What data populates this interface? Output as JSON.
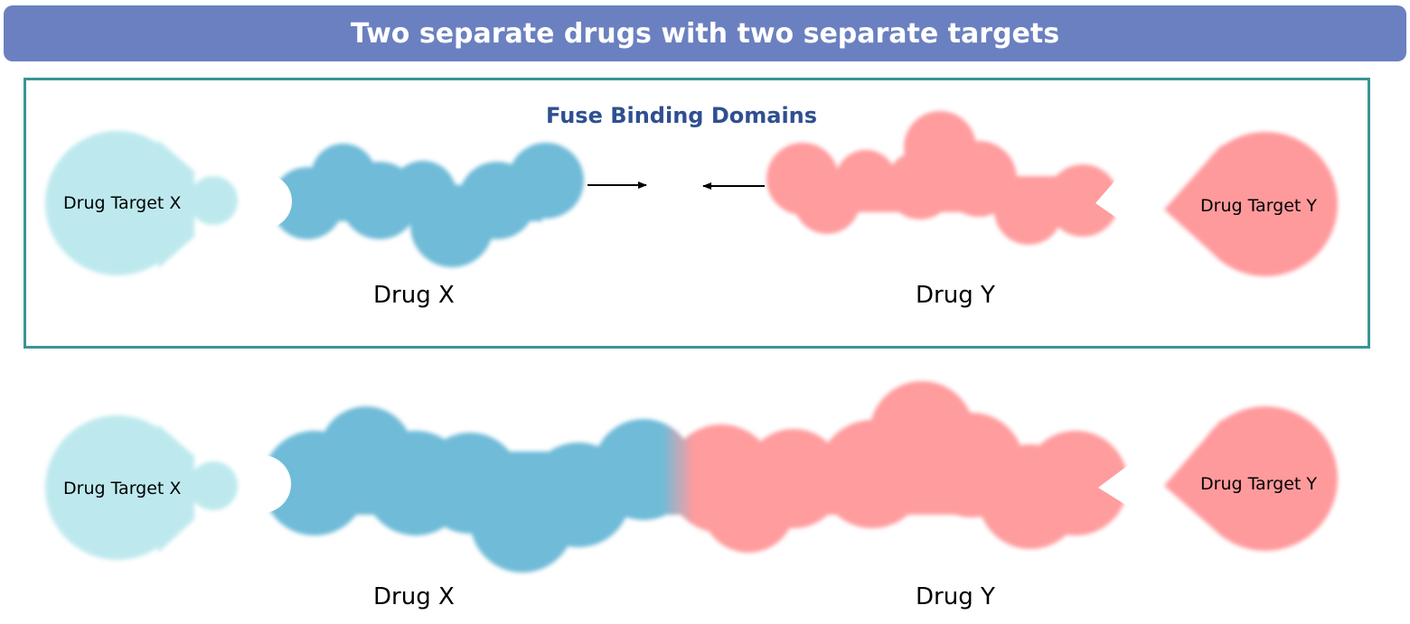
{
  "title": "Two separate drugs with two separate targets",
  "subtitle": "Fuse Binding Domains",
  "colors": {
    "banner": "#6b80c0",
    "frame": "#3a9494",
    "subtitle": "#2f4f91",
    "target_x": "#bde9ee",
    "drug_x": "#6fbbd8",
    "drug_y": "#ff9c9e",
    "target_y": "#ff9a9c"
  },
  "top_panel": {
    "target_x_label": "Drug Target X",
    "drug_x_label": "Drug X",
    "drug_y_label": "Drug Y",
    "target_y_label": "Drug Target Y"
  },
  "bottom_panel": {
    "target_x_label": "Drug Target X",
    "drug_x_label": "Drug X",
    "drug_y_label": "Drug Y",
    "target_y_label": "Drug Target Y"
  }
}
